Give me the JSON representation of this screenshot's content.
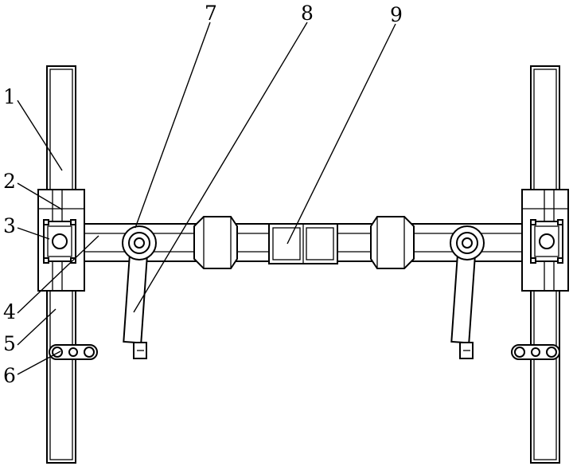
{
  "callouts": {
    "c1": "1",
    "c2": "2",
    "c3": "3",
    "c4": "4",
    "c5": "5",
    "c6": "6",
    "c7": "7",
    "c8": "8",
    "c9": "9"
  },
  "colors": {
    "stroke": "#000000",
    "background": "#ffffff"
  }
}
